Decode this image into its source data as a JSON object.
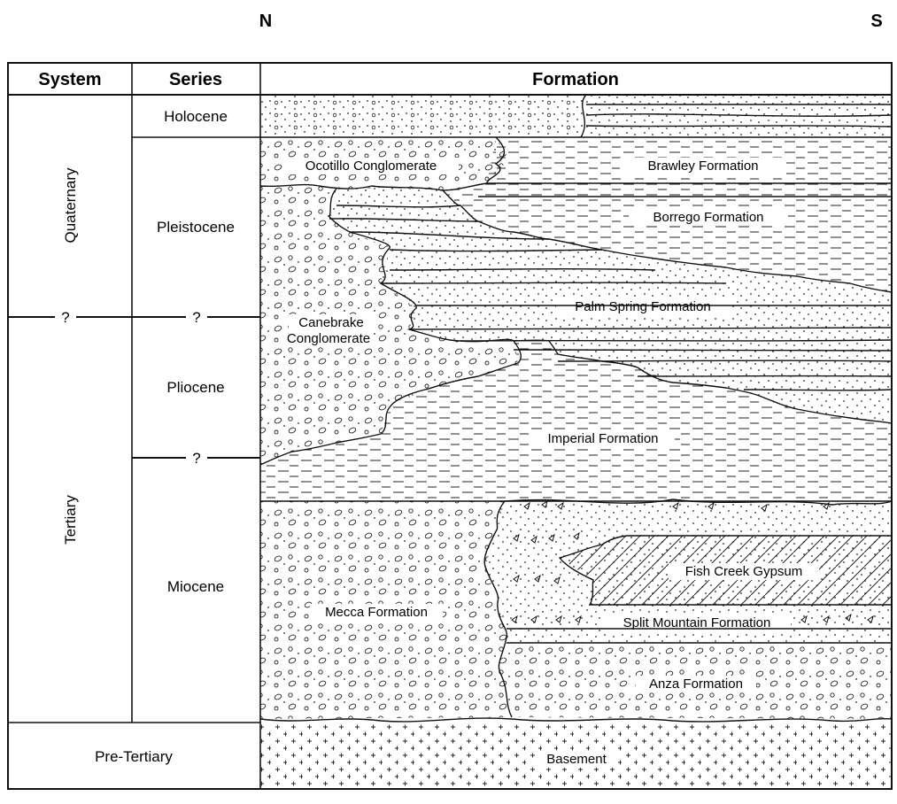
{
  "compass": {
    "north": "N",
    "south": "S"
  },
  "headers": {
    "system": "System",
    "series": "Series",
    "formation": "Formation"
  },
  "systems": {
    "quaternary": "Quaternary",
    "tertiary": "Tertiary",
    "pre_tertiary": "Pre-Tertiary"
  },
  "series": {
    "holocene": "Holocene",
    "pleistocene": "Pleistocene",
    "pliocene": "Pliocene",
    "miocene": "Miocene"
  },
  "uncertain_mark": "?",
  "formations": {
    "ocotillo": "Ocotillo Conglomerate",
    "brawley": "Brawley Formation",
    "borrego": "Borrego Formation",
    "palm_spring": "Palm Spring Formation",
    "canebrake_1": "Canebrake",
    "canebrake_2": "Conglomerate",
    "imperial": "Imperial Formation",
    "fish_creek": "Fish Creek Gypsum",
    "mecca": "Mecca Formation",
    "split_mountain": "Split Mountain Formation",
    "anza": "Anza Formation",
    "basement": "Basement"
  }
}
